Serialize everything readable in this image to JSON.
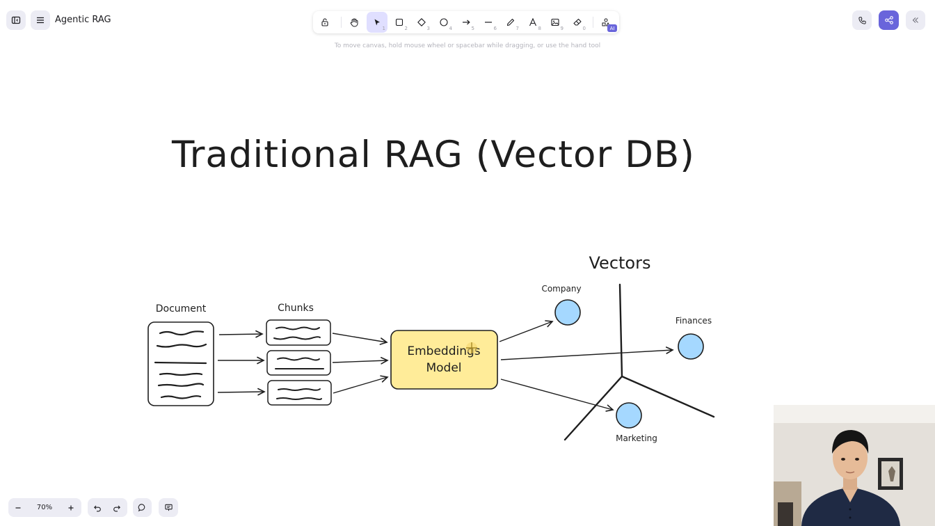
{
  "app": {
    "title": "Agentic RAG"
  },
  "toolbar": {
    "tools": [
      {
        "icon": "lock-icon",
        "key": ""
      },
      {
        "icon": "hand-icon",
        "key": ""
      },
      {
        "icon": "selection-icon",
        "key": "1",
        "active": true
      },
      {
        "icon": "rectangle-icon",
        "key": "2"
      },
      {
        "icon": "diamond-icon",
        "key": "3"
      },
      {
        "icon": "ellipse-icon",
        "key": "4"
      },
      {
        "icon": "arrow-icon",
        "key": "5"
      },
      {
        "icon": "line-icon",
        "key": "6"
      },
      {
        "icon": "draw-icon",
        "key": "7"
      },
      {
        "icon": "text-icon",
        "key": "8"
      },
      {
        "icon": "image-icon",
        "key": "9"
      },
      {
        "icon": "eraser-icon",
        "key": "0"
      },
      {
        "icon": "more-tools-icon",
        "key": ""
      }
    ],
    "ai_badge": "AI"
  },
  "hint": "To move canvas, hold mouse wheel or spacebar while dragging, or use the hand tool",
  "canvas": {
    "title": "Traditional RAG (Vector DB)",
    "document_label": "Document",
    "chunks_label": "Chunks",
    "embeddings_line1": "Embeddings",
    "embeddings_line2": "Model",
    "vectors_label": "Vectors",
    "company_label": "Company",
    "finances_label": "Finances",
    "marketing_label": "Marketing"
  },
  "footer": {
    "zoom": "70%"
  },
  "colors": {
    "accent": "#6965db",
    "embedding_fill": "#ffec99",
    "vector_fill": "#a5d8ff",
    "stroke": "#1e1e1e"
  }
}
